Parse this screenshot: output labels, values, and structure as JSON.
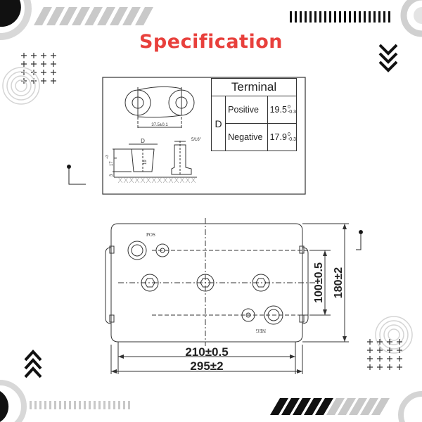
{
  "title": "Specification",
  "terminal_table": {
    "header": "Terminal",
    "type": "D",
    "rows": [
      {
        "label": "Positive",
        "value": "19.5",
        "tol_upper": "0",
        "tol_lower": "-0.3"
      },
      {
        "label": "Negative",
        "value": "17.9",
        "tol_upper": "0",
        "tol_lower": "-0.3"
      }
    ]
  },
  "terminal_drawing": {
    "spacing_dim": "37.5±0.1",
    "diameter_label": "D",
    "depth_label": "19",
    "bolt_label": "5/16\"",
    "height_label": "17",
    "height_tol_upper": "+3",
    "height_tol_lower": "0",
    "base_label": "3"
  },
  "top_view": {
    "pos_label": "POS",
    "neg_label": "NEG",
    "dim_inner_width": "210±0.5",
    "dim_outer_width": "295±2",
    "dim_inner_height": "100±0.5",
    "dim_outer_height": "180±2"
  }
}
